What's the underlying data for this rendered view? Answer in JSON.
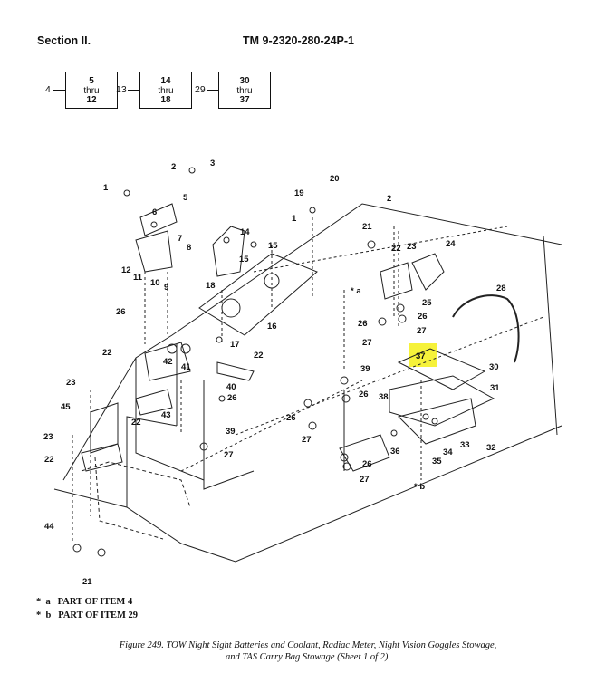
{
  "header": {
    "section": "Section II.",
    "doc_number": "TM 9-2320-280-24P-1"
  },
  "locator_boxes": [
    {
      "lead": "4",
      "from": "5",
      "thru": "thru",
      "to": "12"
    },
    {
      "lead": "13",
      "from": "14",
      "thru": "thru",
      "to": "18"
    },
    {
      "lead": "29",
      "from": "30",
      "thru": "thru",
      "to": "37"
    }
  ],
  "callouts": {
    "c1": "1",
    "c2": "2",
    "c3": "3",
    "c5": "5",
    "c6": "6",
    "c7": "7",
    "c8": "8",
    "c9": "9",
    "c10": "10",
    "c11": "11",
    "c12": "12",
    "c14": "14",
    "c15a": "15",
    "c15b": "15",
    "c16": "16",
    "c17": "17",
    "c18": "18",
    "c19": "19",
    "c20": "20",
    "c1b": "1",
    "c2b": "2",
    "c21": "21",
    "c22a": "22",
    "c23a": "23",
    "c24": "24",
    "c25": "25",
    "c26a": "26",
    "c26b": "26",
    "c27a": "27",
    "c27b": "27",
    "c28": "28",
    "c30": "30",
    "c37": "37",
    "c31": "31",
    "c32": "32",
    "c33": "33",
    "c34": "34",
    "c35": "35",
    "c36": "36",
    "c38": "38",
    "c39a": "39",
    "c39b": "39",
    "c26c": "26",
    "c26d": "26",
    "c27c": "27",
    "c26e": "26",
    "c27d": "27",
    "c27e": "27",
    "c26f": "26",
    "c22b": "22",
    "c22c": "22",
    "c23b": "23",
    "c45": "45",
    "c42": "42",
    "c41": "41",
    "c40": "40",
    "c43": "43",
    "c22d": "22",
    "c23c": "23",
    "c22e": "22",
    "c44": "44",
    "c21b": "21",
    "star_a": "* a",
    "star_b": "* b",
    "c26g": "26"
  },
  "notes": [
    {
      "mark": "*",
      "letter": "a",
      "text": "PART OF ITEM  4"
    },
    {
      "mark": "*",
      "letter": "b",
      "text": "PART OF ITEM 29"
    }
  ],
  "caption": {
    "line1": "Figure 249.  TOW Night Sight Batteries and Coolant, Radiac Meter, Night Vision Goggles Stowage,",
    "line2": "and TAS Carry Bag Stowage (Sheet 1 of 2)."
  },
  "highlight_color": "#f6f23a"
}
